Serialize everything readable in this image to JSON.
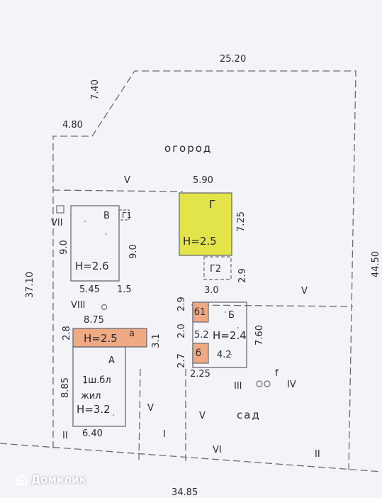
{
  "plan": {
    "dimensions": {
      "top_width": "25.20",
      "diag_upper": "7.40",
      "left_notch": "4.80",
      "right_side": "44.50",
      "left_side": "37.10",
      "bottom_width": "34.85",
      "g_width": "5.90",
      "g_depth": "7.25",
      "g2_depth": "2.9",
      "g2_width": "3.0",
      "v_left": "9.0",
      "v_right": "9.0",
      "v_bottom": "5.45",
      "v_small": "1.5",
      "a_width": "8.75",
      "a_left": "2.8",
      "a_right": "3.1",
      "house_left": "8.85",
      "house_bottom": "6.40",
      "b_left_top": "2.9",
      "b_left_mid": "2.0",
      "b_left_low": "2.7",
      "b_bottom": "2.25",
      "b_right": "7.60",
      "b_inner": "4.2",
      "b_inner_side": "5.2"
    },
    "zones": {
      "garden": "огород",
      "orchard": "сад"
    },
    "buildings": {
      "g_letter": "Г",
      "g_height": "Н=2.5",
      "g2": "Г2",
      "g1": "Г1",
      "v_letter": "В",
      "v_height": "Н=2.6",
      "a_height": "Н=2.5",
      "a_small": "а",
      "house_line1": "1ш.бл",
      "house_line2": "жил",
      "house_height": "Н=3.2",
      "house_letter": "А",
      "b_letter": "Б",
      "b_height": "Н=2.4",
      "b1": "б1",
      "b_small": "б",
      "f": "f"
    },
    "fences": {
      "v": "V",
      "vi": "VI",
      "vii": "VII",
      "viii": "VIII",
      "iii": "III",
      "iv": "IV",
      "ii": "II",
      "i": "I"
    }
  },
  "watermark": {
    "text": "Домклик"
  },
  "colors": {
    "g_fill": "#e3e34a",
    "a_fill": "#efaa84",
    "line": "#6b6b73"
  }
}
